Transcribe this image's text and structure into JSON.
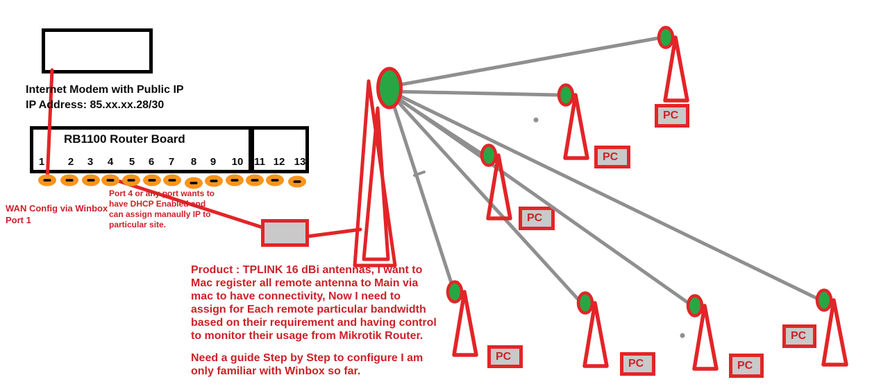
{
  "modem": {
    "caption": "Internet Modem with Public IP\nIP Address: 85.xx.xx.28/30"
  },
  "router": {
    "title": "RB1100 Router Board",
    "ports": [
      "1",
      "2",
      "3",
      "4",
      "5",
      "6",
      "7",
      "8",
      "9",
      "10",
      "11",
      "12",
      "13"
    ]
  },
  "annotations": {
    "wan_config": "WAN Config via Winbox\n Port 1",
    "port4_note": "Port 4 or any port wants to\nhave DHCP Enabled and\ncan assign manaully IP to\nparticular site.",
    "product_note": "Product : TPLINK 16 dBi antennas, I want to\nMac register all remote antenna to Main via\nmac to have connectivity, Now I need to\nassign for Each remote particular bandwidth\nbased on their requirement and having control\nto monitor their usage from Mikrotik Router.",
    "guide_note": "Need a guide Step by Step to configure I am\nonly familiar with Winbox so far."
  },
  "antennas": [
    {
      "pc_label": "PC"
    },
    {
      "pc_label": "PC"
    },
    {
      "pc_label": "PC"
    },
    {
      "pc_label": "PC"
    },
    {
      "pc_label": "PC"
    },
    {
      "pc_label": "PC"
    },
    {
      "pc_label": "PC"
    }
  ],
  "colors": {
    "red_shape": "#E22528",
    "red_text": "#CD2128",
    "green_antenna": "#27A744",
    "orange_led": "#F7941D",
    "gray_link": "#8F8F8F",
    "gray_fill": "#C9C9C9",
    "black": "#000000"
  }
}
